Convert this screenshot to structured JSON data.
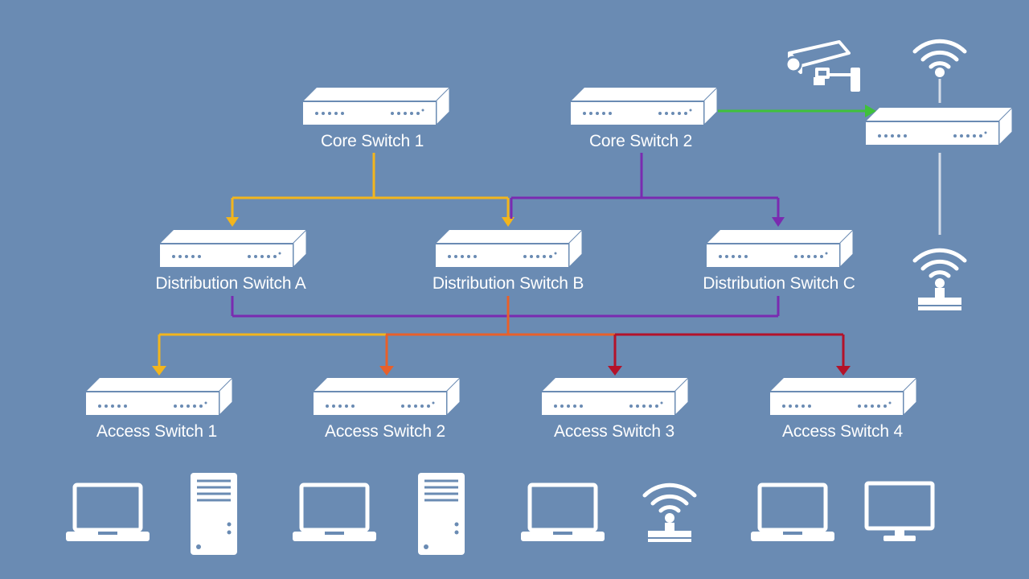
{
  "labels": {
    "core1": "Core Switch 1",
    "core2": "Core Switch 2",
    "distA": "Distribution Switch A",
    "distB": "Distribution Switch B",
    "distC": "Distribution Switch C",
    "acc1": "Access Switch 1",
    "acc2": "Access Switch 2",
    "acc3": "Access Switch 3",
    "acc4": "Access Switch 4"
  },
  "colors": {
    "background": "#6a8bb3",
    "device": "#ffffff",
    "link_yellow": "#f2b51d",
    "link_purple": "#7a2bb0",
    "link_orange": "#e8602a",
    "link_red": "#b3122a",
    "link_green": "#3fc13a",
    "link_gray": "#d6dde8"
  },
  "icons": [
    "security-camera-icon",
    "wifi-icon",
    "wireless-access-point-icon",
    "laptop-icon",
    "desktop-tower-icon",
    "monitor-icon"
  ]
}
